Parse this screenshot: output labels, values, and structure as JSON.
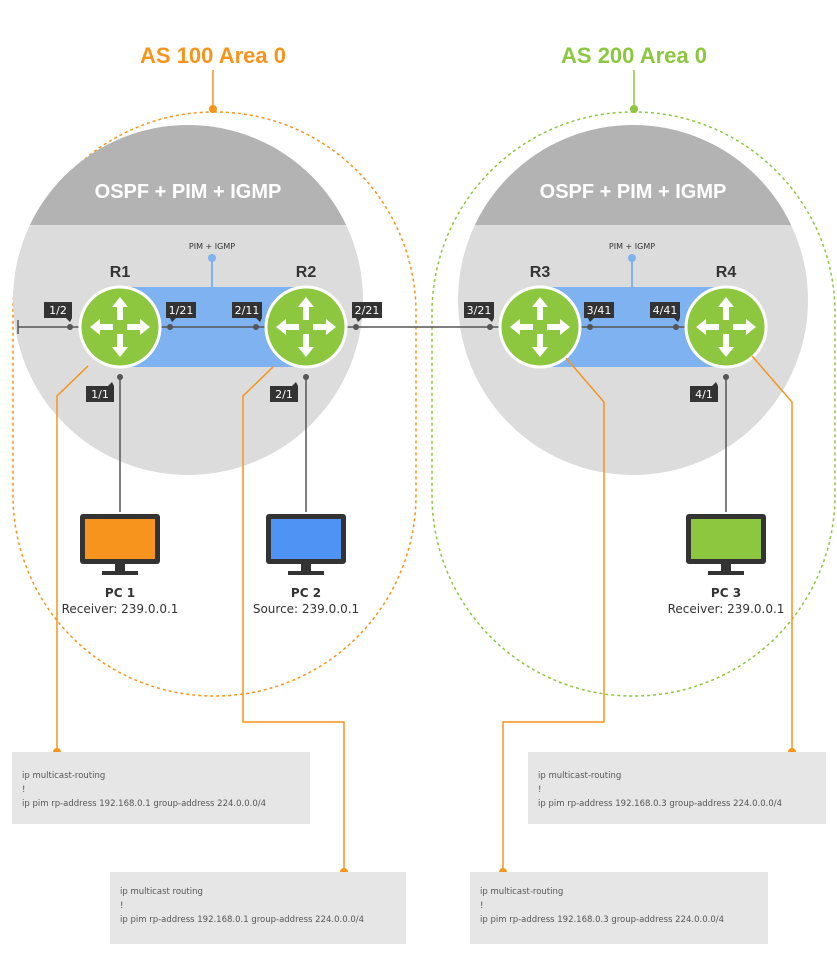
{
  "areas": [
    {
      "title": "AS 100 Area 0",
      "color": "#f7941d",
      "protocol_label": "OSPF + PIM + IGMP",
      "link_label": "PIM + IGMP"
    },
    {
      "title": "AS 200 Area 0",
      "color": "#8dc63f",
      "protocol_label": "OSPF + PIM + IGMP",
      "link_label": "PIM + IGMP"
    }
  ],
  "routers": [
    {
      "name": "R1"
    },
    {
      "name": "R2"
    },
    {
      "name": "R3"
    },
    {
      "name": "R4"
    }
  ],
  "ports": [
    "1/2",
    "1/21",
    "2/11",
    "2/21",
    "3/21",
    "3/41",
    "4/41",
    "1/1",
    "2/1",
    "4/1"
  ],
  "pcs": [
    {
      "name": "PC 1",
      "role": "Receiver: 239.0.0.1",
      "color": "#f7941d"
    },
    {
      "name": "PC 2",
      "role": "Source: 239.0.0.1",
      "color": "#4f94f5"
    },
    {
      "name": "PC 3",
      "role": "Receiver: 239.0.0.1",
      "color": "#8dc63f"
    }
  ],
  "configs": [
    {
      "lines": [
        "ip multicast-routing",
        "!",
        "ip pim rp-address 192.168.0.1 group-address 224.0.0.0/4"
      ]
    },
    {
      "lines": [
        "ip multicast-routing",
        "!",
        "ip pim rp-address 192.168.0.3 group-address 224.0.0.0/4"
      ]
    },
    {
      "lines": [
        "ip multicast routing",
        "!",
        "ip pim rp-address 192.168.0.1 group-address 224.0.0.0/4"
      ]
    },
    {
      "lines": [
        "ip multicast-routing",
        "!",
        "ip pim rp-address 192.168.0.3 group-address 224.0.0.0/4"
      ]
    }
  ],
  "colors": {
    "callout": "#f7941d",
    "link": "#7fb2f0",
    "router": "#8dc63f",
    "port_tag": "#333333",
    "cloud": "#dcdcdc",
    "cloud_band": "#b3b3b3"
  }
}
